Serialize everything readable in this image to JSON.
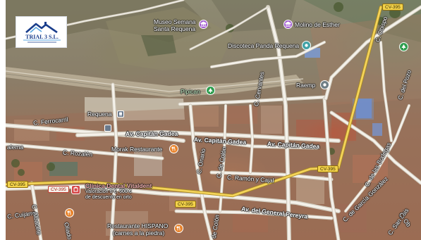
{
  "logo": {
    "text": "TRIAL 3 S.L.",
    "colors": {
      "roof": "#1a3e8c",
      "accent": "#5aa7e0"
    }
  },
  "places": {
    "museo_line1": "Museo Semana",
    "museo_line2": "Santa Requena",
    "molino": "Molino de Esther",
    "discoteca": "Discoteca Panda Requena",
    "pipican": "Pipican",
    "raemp": "Raemp",
    "requena": "Requena",
    "morak": "Morak Restaurante",
    "clinica_line1": "Clínica Dental Vitaldent",
    "clinica_line2": "Valoración 6 €, 600 €",
    "clinica_line3": "de descuento en orto",
    "restaurante_line1": "Restaurante HISPANO",
    "restaurante_line2": "(carnes a la piedra)"
  },
  "streets": {
    "ferrocarril": "C. Ferrocarril",
    "capitan_gadea_1": "Av. Capitán Gadea",
    "capitan_gadea_2": "Av. Capitán Gadea",
    "capitan_gadea_3": "Av. Capitán Gadea",
    "rozalen": "C. Rozalén",
    "alema": "alema",
    "obispo_right": "C. Obispo",
    "del_pozo": "C. del Pozo",
    "cervantes": "C. Cervantes",
    "de_colon": "C. de Colón",
    "de_colon_2": "de Colón",
    "onario": "C. Onario",
    "ramon_cajal": "C. Ramón y Cajal",
    "general_pereyra": "Av. del General Pereyra",
    "bodegas": "C. de las Bodegas",
    "garcia_gonzalez": "C. de García González",
    "san_luis": "C. San Luis",
    "cuijarro": "C. Cuijarro",
    "albacete": "C. Albacete",
    "oliado": "Oliado",
    "c_ob": "C. Ob"
  },
  "roads": {
    "cv395": "CV-395"
  },
  "icon_colors": {
    "museum": "#a05ad0",
    "discoteca": "#41a2a6",
    "park": "#2f9e4f",
    "restaurant": "#e8822a",
    "clinic": "#d64545",
    "transit": "#6b7a8c",
    "gray_poi": "#6f7f86"
  }
}
